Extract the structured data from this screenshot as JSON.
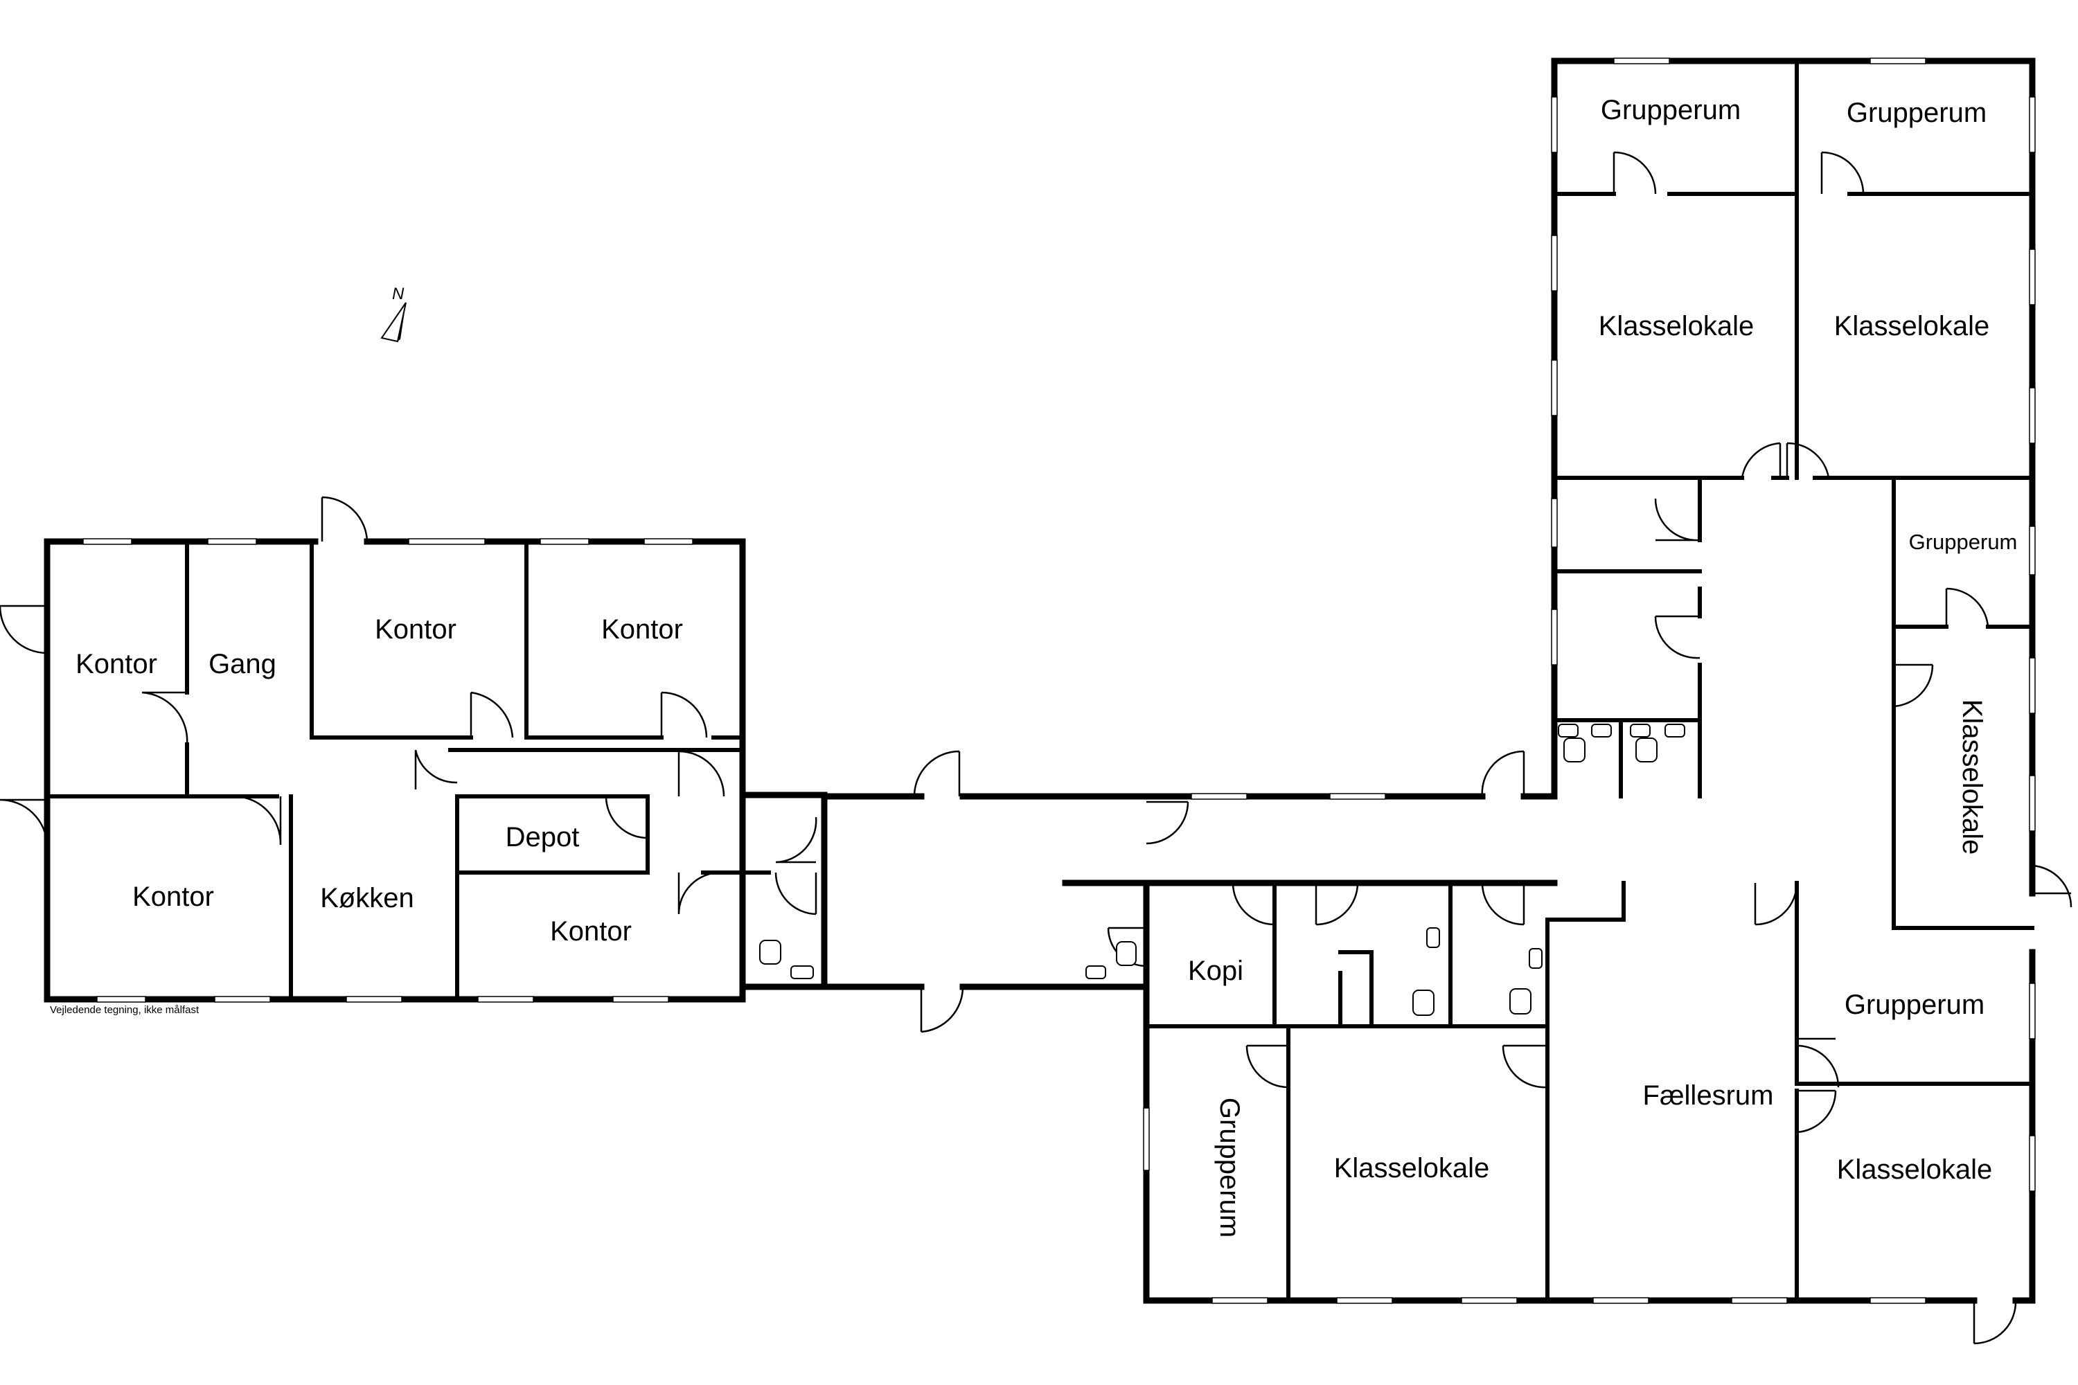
{
  "plan": {
    "note": "Vejledende tegning, ikke målfast",
    "north_label": "N",
    "rooms": [
      "Kontor",
      "Gang",
      "Kontor",
      "Kontor",
      "Kontor",
      "Køkken",
      "Depot",
      "Kontor",
      "Grupperum",
      "Grupperum",
      "Klasselokale",
      "Klasselokale",
      "Grupperum",
      "Klasselokale",
      "Kopi",
      "Grupperum",
      "Klasselokale",
      "Fællesrum",
      "Grupperum",
      "Klasselokale"
    ]
  }
}
